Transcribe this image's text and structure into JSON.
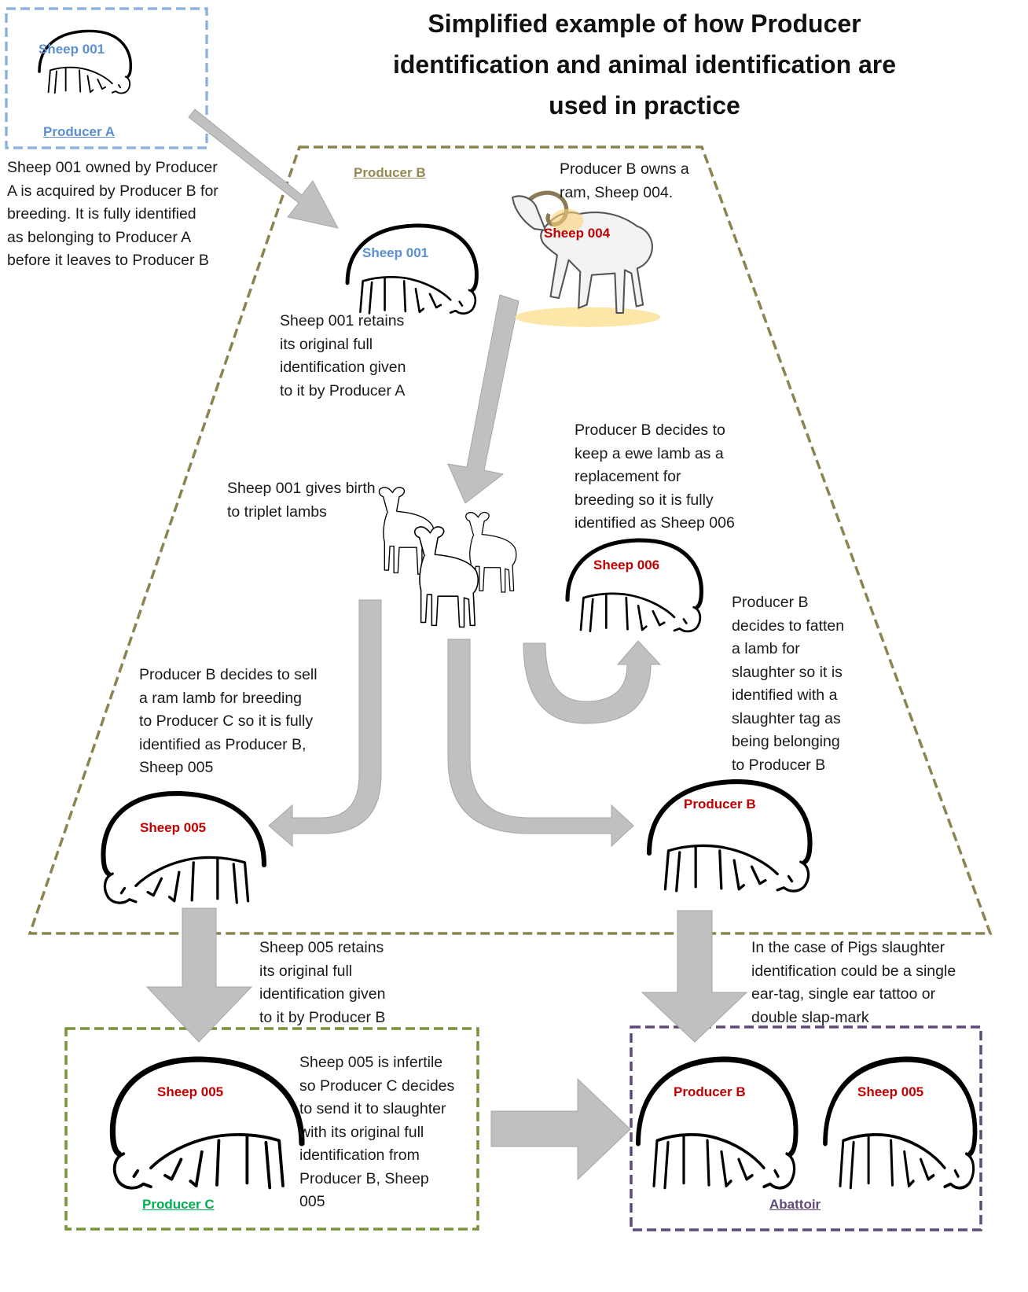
{
  "title": "Simplified example of how Producer identification and animal identification are used in practice",
  "colors": {
    "producer_a_border": "#8fb3de",
    "producer_b_border": "#8b8450",
    "producer_c_border": "#77933c",
    "abattoir_border": "#5f497a",
    "arrow_fill": "#c0c0c0",
    "id_text_blue": "#5b8fd1",
    "id_text_red": "#c00000",
    "producer_c_label": "#00b050"
  },
  "boxes": {
    "producer_a": {
      "label": "Producer A"
    },
    "producer_b": {
      "label": "Producer B"
    },
    "producer_c": {
      "label": "Producer C"
    },
    "abattoir": {
      "label": "Abattoir"
    }
  },
  "sheep_tags": {
    "a_sheep001": "Sheep 001",
    "b_sheep001": "Sheep 001",
    "ram_sheep004": "Sheep 004",
    "sheep006": "Sheep 006",
    "sheep005_b": "Sheep 005",
    "producerb_lamb": "Producer B",
    "sheep005_c": "Sheep 005",
    "abattoir_producerb": "Producer B",
    "abattoir_sheep005": "Sheep 005"
  },
  "notes": {
    "acquired": "Sheep 001 owned by Producer\nA is acquired by Producer B for\nbreeding.  It is fully identified\nas belonging to Producer A\nbefore it leaves to Producer B",
    "ram_owned": "Producer B owns a\nram, Sheep 004.",
    "retains_001": "Sheep 001 retains\nits original full\nidentification given\nto it by Producer A",
    "birth": "Sheep 001 gives birth\nto triplet lambs",
    "keep_ewe": "Producer B decides to\nkeep a ewe lamb as a\nreplacement for\nbreeding so it is fully\nidentified as Sheep 006",
    "fatten": "Producer B\ndecides to fatten\na lamb for\nslaughter so it is\nidentified with a\nslaughter tag as\nbeing belonging\nto Producer B",
    "sell_ram": "Producer B decides to sell\na ram lamb for breeding\nto Producer C so it is fully\nidentified as Producer B,\nSheep 005",
    "retains_005": "Sheep 005 retains\nits original full\nidentification given\nto it by Producer B",
    "pigs": "In the case of Pigs slaughter\nidentification could be a single\near-tag, single ear tattoo or\ndouble slap-mark",
    "infertile": "Sheep 005 is infertile\nso Producer C decides\nto send it to slaughter\nwith its original full\nidentification  from\nProducer B, Sheep\n005"
  }
}
